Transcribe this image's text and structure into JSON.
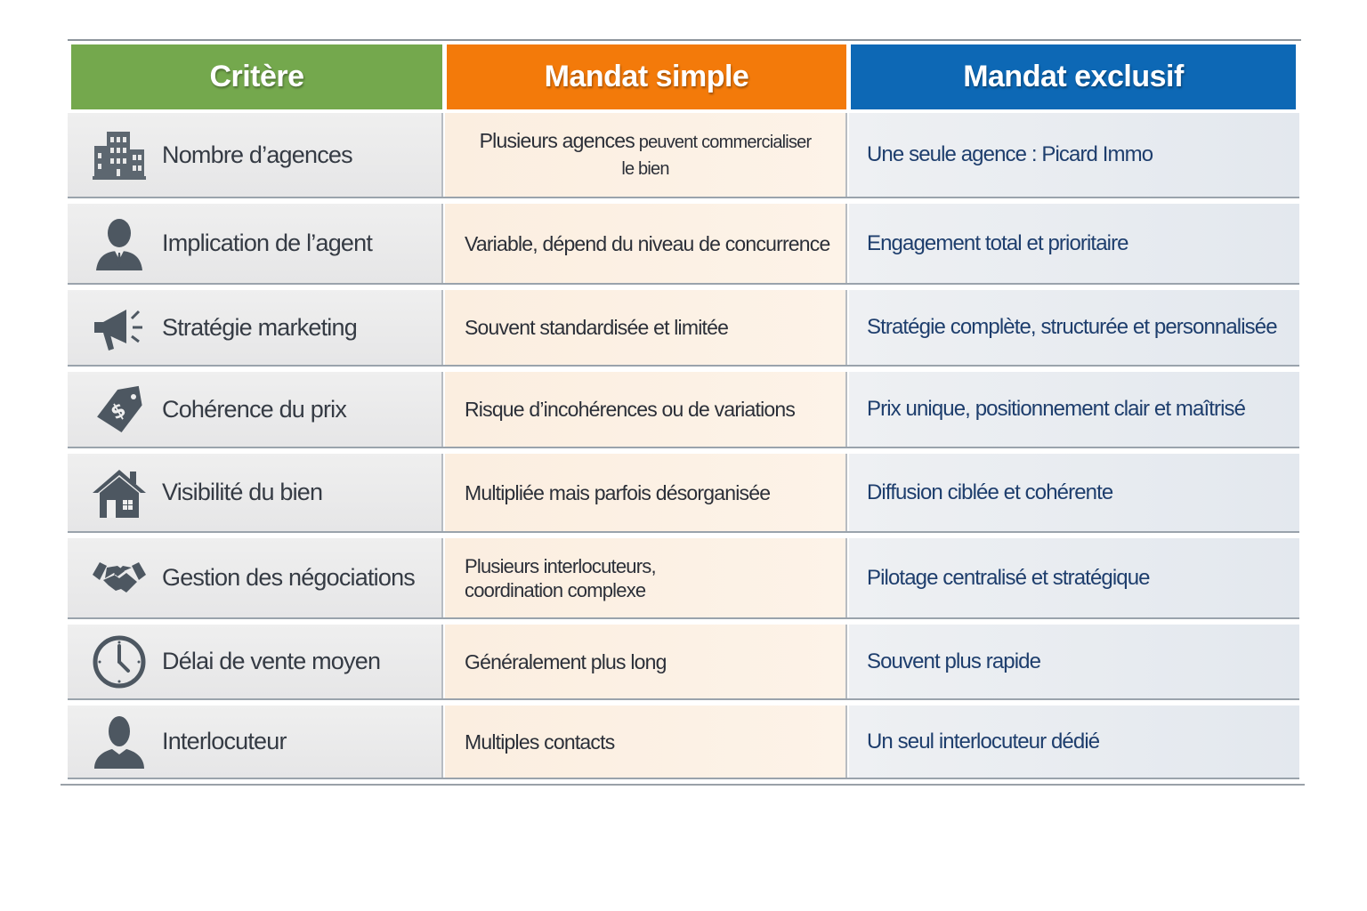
{
  "headers": {
    "criterion": "Critère",
    "simple": "Mandat simple",
    "exclusive": "Mandat exclusif"
  },
  "colors": {
    "criterion": "#74a84d",
    "simple": "#f37a0a",
    "exclusive": "#0d68b5"
  },
  "rows": [
    {
      "icon": "building-icon",
      "criterion": "Nombre d’agences",
      "simple_a": "Plusieurs agences",
      "simple_b": " peuvent commercialiser",
      "simple_c": "le bien",
      "exclusive": "Une seule agence : Picard Immo"
    },
    {
      "icon": "agent-icon",
      "criterion": "Implication de l’agent",
      "simple": "Variable, dépend du niveau de concurrence",
      "exclusive": "Engagement total et prioritaire"
    },
    {
      "icon": "megaphone-icon",
      "criterion": "Stratégie marketing",
      "simple": "Souvent standardisée et limitée",
      "exclusive": "Stratégie complète, structurée et personnalisée"
    },
    {
      "icon": "price-tag-icon",
      "criterion": "Cohérence du prix",
      "simple": "Risque d’incohérences ou de variations",
      "exclusive": "Prix unique, positionnement clair et maîtrisé"
    },
    {
      "icon": "house-icon",
      "criterion": "Visibilité du bien",
      "simple": "Multipliée mais parfois désorganisée",
      "exclusive": "Diffusion ciblée et cohérente"
    },
    {
      "icon": "handshake-icon",
      "criterion": "Gestion des négociations",
      "simple_a": "Plusieurs interlocuteurs,",
      "simple_b": "coordination complexe",
      "exclusive": "Pilotage centralisé et stratégique"
    },
    {
      "icon": "clock-icon",
      "criterion": "Délai de vente moyen",
      "simple": "Généralement plus long",
      "exclusive": "Souvent plus rapide"
    },
    {
      "icon": "person-icon",
      "criterion": "Interlocuteur",
      "simple": "Multiples contacts",
      "exclusive": "Un seul interlocuteur dédié"
    }
  ]
}
